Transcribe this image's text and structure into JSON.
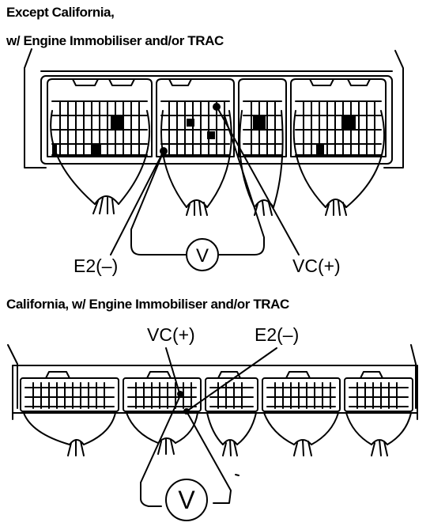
{
  "top_section": {
    "heading_line1": "Except California,",
    "heading_line2": "w/ Engine Immobiliser and/or TRAC",
    "label_e2": "E2(–)",
    "label_vc": "VC(+)",
    "meter_symbol": "V"
  },
  "bottom_section": {
    "heading": "California, w/ Engine Immobiliser and/or TRAC",
    "label_vc": "VC(+)",
    "label_e2": "E2(–)",
    "meter_symbol": "V"
  }
}
